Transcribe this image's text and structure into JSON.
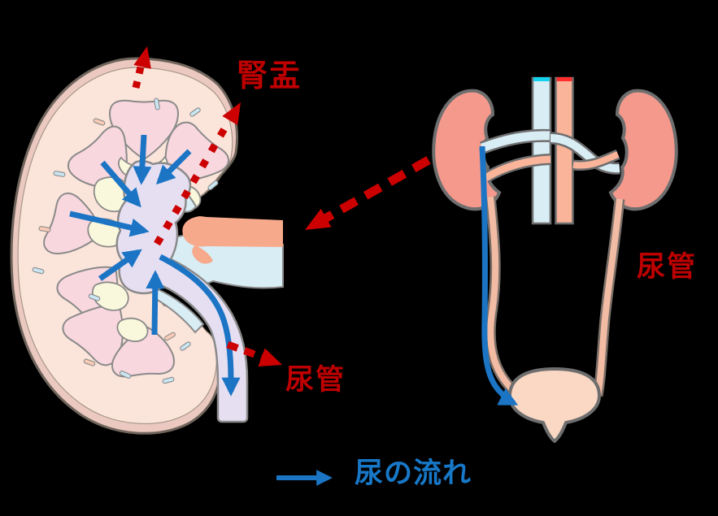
{
  "labels": {
    "renal_pelvis": "腎盂",
    "ureter_left": "尿管",
    "ureter_right": "尿管",
    "legend_flow": "尿の流れ"
  },
  "icons": {
    "flow_arrow": "blue-arrow",
    "pointer_arrow": "red-dashed-arrow"
  },
  "colors": {
    "background": "#000000",
    "label_red": "#BE0000",
    "legend_blue": "#1878C8",
    "flow_blue": "#1B74C4",
    "pointer_red": "#CC0000",
    "kidney_rim": "#EBC9C1",
    "kidney_cortex": "#FBE4D9",
    "pyramid_pink": "#F8D7DF",
    "calyx_yellow": "#FAF8DC",
    "pelvis_lavender": "#E6DFF2",
    "artery_salmon": "#F7A98C",
    "vein_blue": "#D9EDF5",
    "speckle_blue": "#C9E6F2",
    "speckle_salmon": "#F9CBB4",
    "right_kidney_fill": "#F5998C",
    "aorta_salmon": "#FAB49A",
    "ureter_tube": "#F2BBA4",
    "ureter_case": "#7A6F68",
    "bladder_fill": "#FAD8C4",
    "ivc_cap_cyan": "#12D2EC",
    "aorta_cap_red": "#FF2E2E",
    "outline_dark": "#6F655C",
    "outline_dark2": "#6E6E6E",
    "outline_mid": "#8A8A8A",
    "outline_soft": "#A39488"
  }
}
